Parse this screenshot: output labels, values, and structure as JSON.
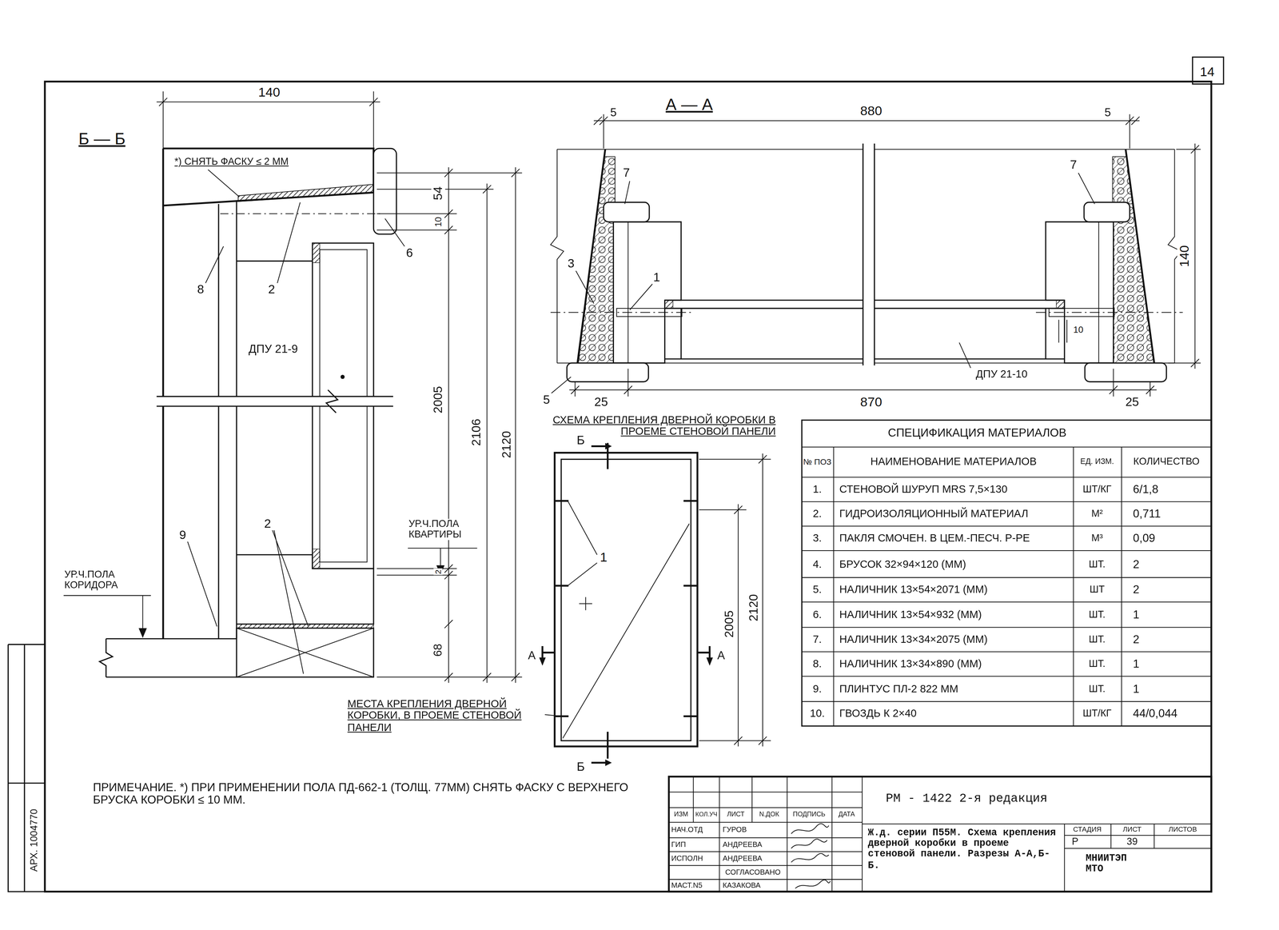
{
  "diagram": {
    "labels": [
      "14",
      "Б — Б",
      "140",
      "*) СНЯТЬ ФАСКУ ≤ 2 ММ",
      "54",
      "10",
      "6",
      "8",
      "2",
      "ДПУ 21-9",
      "2005",
      "2106",
      "2120",
      "9",
      "2",
      "УР.Ч.ПОЛА КВАРТИРЫ",
      "2",
      "УР.Ч.ПОЛА КОРИДОРА",
      "68",
      "А — А",
      "5",
      "880",
      "5",
      "7",
      "7",
      "3",
      "1",
      "140",
      "10",
      "ДПУ 21-10",
      "5",
      "25",
      "870",
      "25",
      "СХЕМА КРЕПЛЕНИЯ ДВЕРНОЙ КОРОБКИ В ПРОЕМЕ СТЕНОВОЙ ПАНЕЛИ",
      "Б",
      "1",
      "2005",
      "2120",
      "А",
      "А",
      "МЕСТА КРЕПЛЕНИЯ ДВЕРНОЙ КОРОБКИ, В ПРОЕМЕ СТЕНОВОЙ ПАНЕЛИ",
      "Б",
      "ПРИМЕЧАНИЕ. *) ПРИ ПРИМЕНЕНИИ ПОЛА ПД-662-1 (ТОЛЩ. 77ММ) СНЯТЬ ФАСКУ С ВЕРХНЕГО БРУСКА КОРОБКИ ≤ 10 ММ.",
      "СПЕЦИФИКАЦИЯ МАТЕРИАЛОВ",
      "№ ПОЗ",
      "НАИМЕНОВАНИЕ МАТЕРИАЛОВ",
      "ЕД. ИЗМ.",
      "КОЛИЧЕСТВО",
      "1.",
      "СТЕНОВОЙ ШУРУП MRS 7,5×130",
      "ШТ/КГ",
      "6/1,8",
      "2.",
      "ГИДРОИЗОЛЯЦИОННЫЙ МАТЕРИАЛ",
      "М²",
      "0,711",
      "3.",
      "ПАКЛЯ СМОЧЕН. В ЦЕМ.-ПЕСЧ. Р-РЕ",
      "М³",
      "0,09",
      "4.",
      "БРУСОК 32×94×120 (ММ)",
      "ШТ.",
      "2",
      "5.",
      "НАЛИЧНИК 13×54×2071 (ММ)",
      "ШТ",
      "2",
      "6.",
      "НАЛИЧНИК 13×54×932 (ММ)",
      "ШТ.",
      "1",
      "7.",
      "НАЛИЧНИК 13×34×2075 (ММ)",
      "ШТ.",
      "2",
      "8.",
      "НАЛИЧНИК 13×34×890 (ММ)",
      "ШТ.",
      "1",
      "9.",
      "ПЛИНТУС ПЛ-2 822 ММ",
      "ШТ.",
      "1",
      "10.",
      "ГВОЗДЬ К 2×40",
      "ШТ/КГ",
      "44/0,044",
      "ИЗМ",
      "КОЛ.УЧ",
      "ЛИСТ",
      "N.ДОК",
      "ПОДПИСЬ",
      "ДАТА",
      "НАЧ.ОТД",
      "ГУРОВ",
      "ГИП",
      "АНДРЕЕВА",
      "ИСПОЛН",
      "АНДРЕЕВА",
      "СОГЛАСОВАНО",
      "МАСТ.N5",
      "КАЗАКОВА",
      "РМ - 1422 2-я редакция",
      "Ж.д. серии П55М. Схема крепления дверной коробки в проеме стеновой панели. Разрезы А-А,Б-Б.",
      "СТАДИЯ",
      "ЛИСТ",
      "ЛИСТОВ",
      "Р",
      "39",
      "МНИИТЭП МТО",
      "АРХ. 1004770"
    ]
  }
}
